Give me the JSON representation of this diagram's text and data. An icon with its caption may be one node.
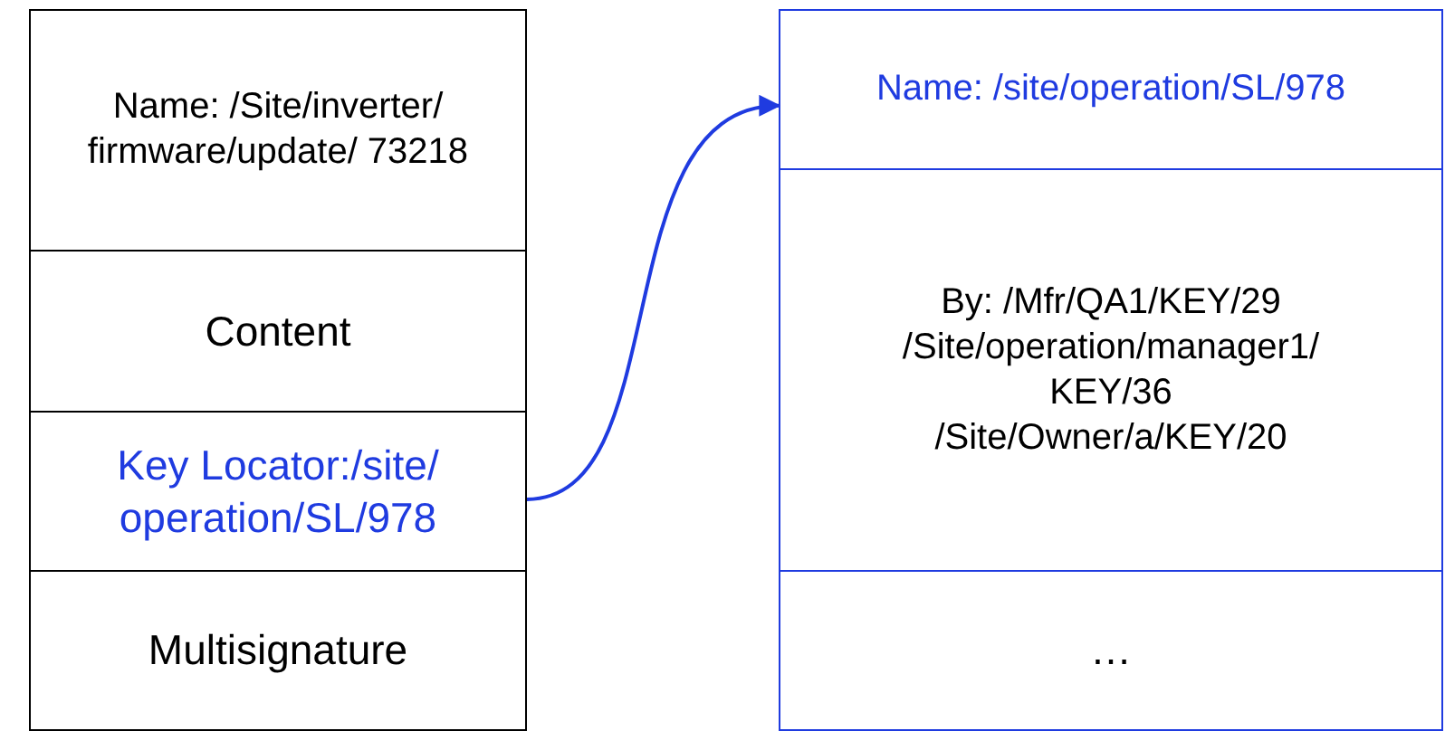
{
  "diagram": {
    "nodes": [
      {
        "text": [
          "Name: /Site/inverter/ firmware/update/ 73218"
        ]
      },
      {
        "text": [
          "Content"
        ]
      },
      {
        "text": [
          "Key Locator:/site/ operation/SL/978"
        ]
      },
      {
        "text": [
          "Multisignature"
        ]
      },
      {
        "text": [
          "Name: /site/operation/SL/978"
        ]
      },
      {
        "text": [
          "By: /Mfr/QA1/KEY/29 /Site/operation/manager1/ KEY/36 /Site/Owner/a/KEY/20"
        ]
      },
      {
        "text": [
          "…"
        ]
      }
    ],
    "edges": [
      {
        "from": 2,
        "to": 4,
        "arrow": "to"
      }
    ]
  }
}
